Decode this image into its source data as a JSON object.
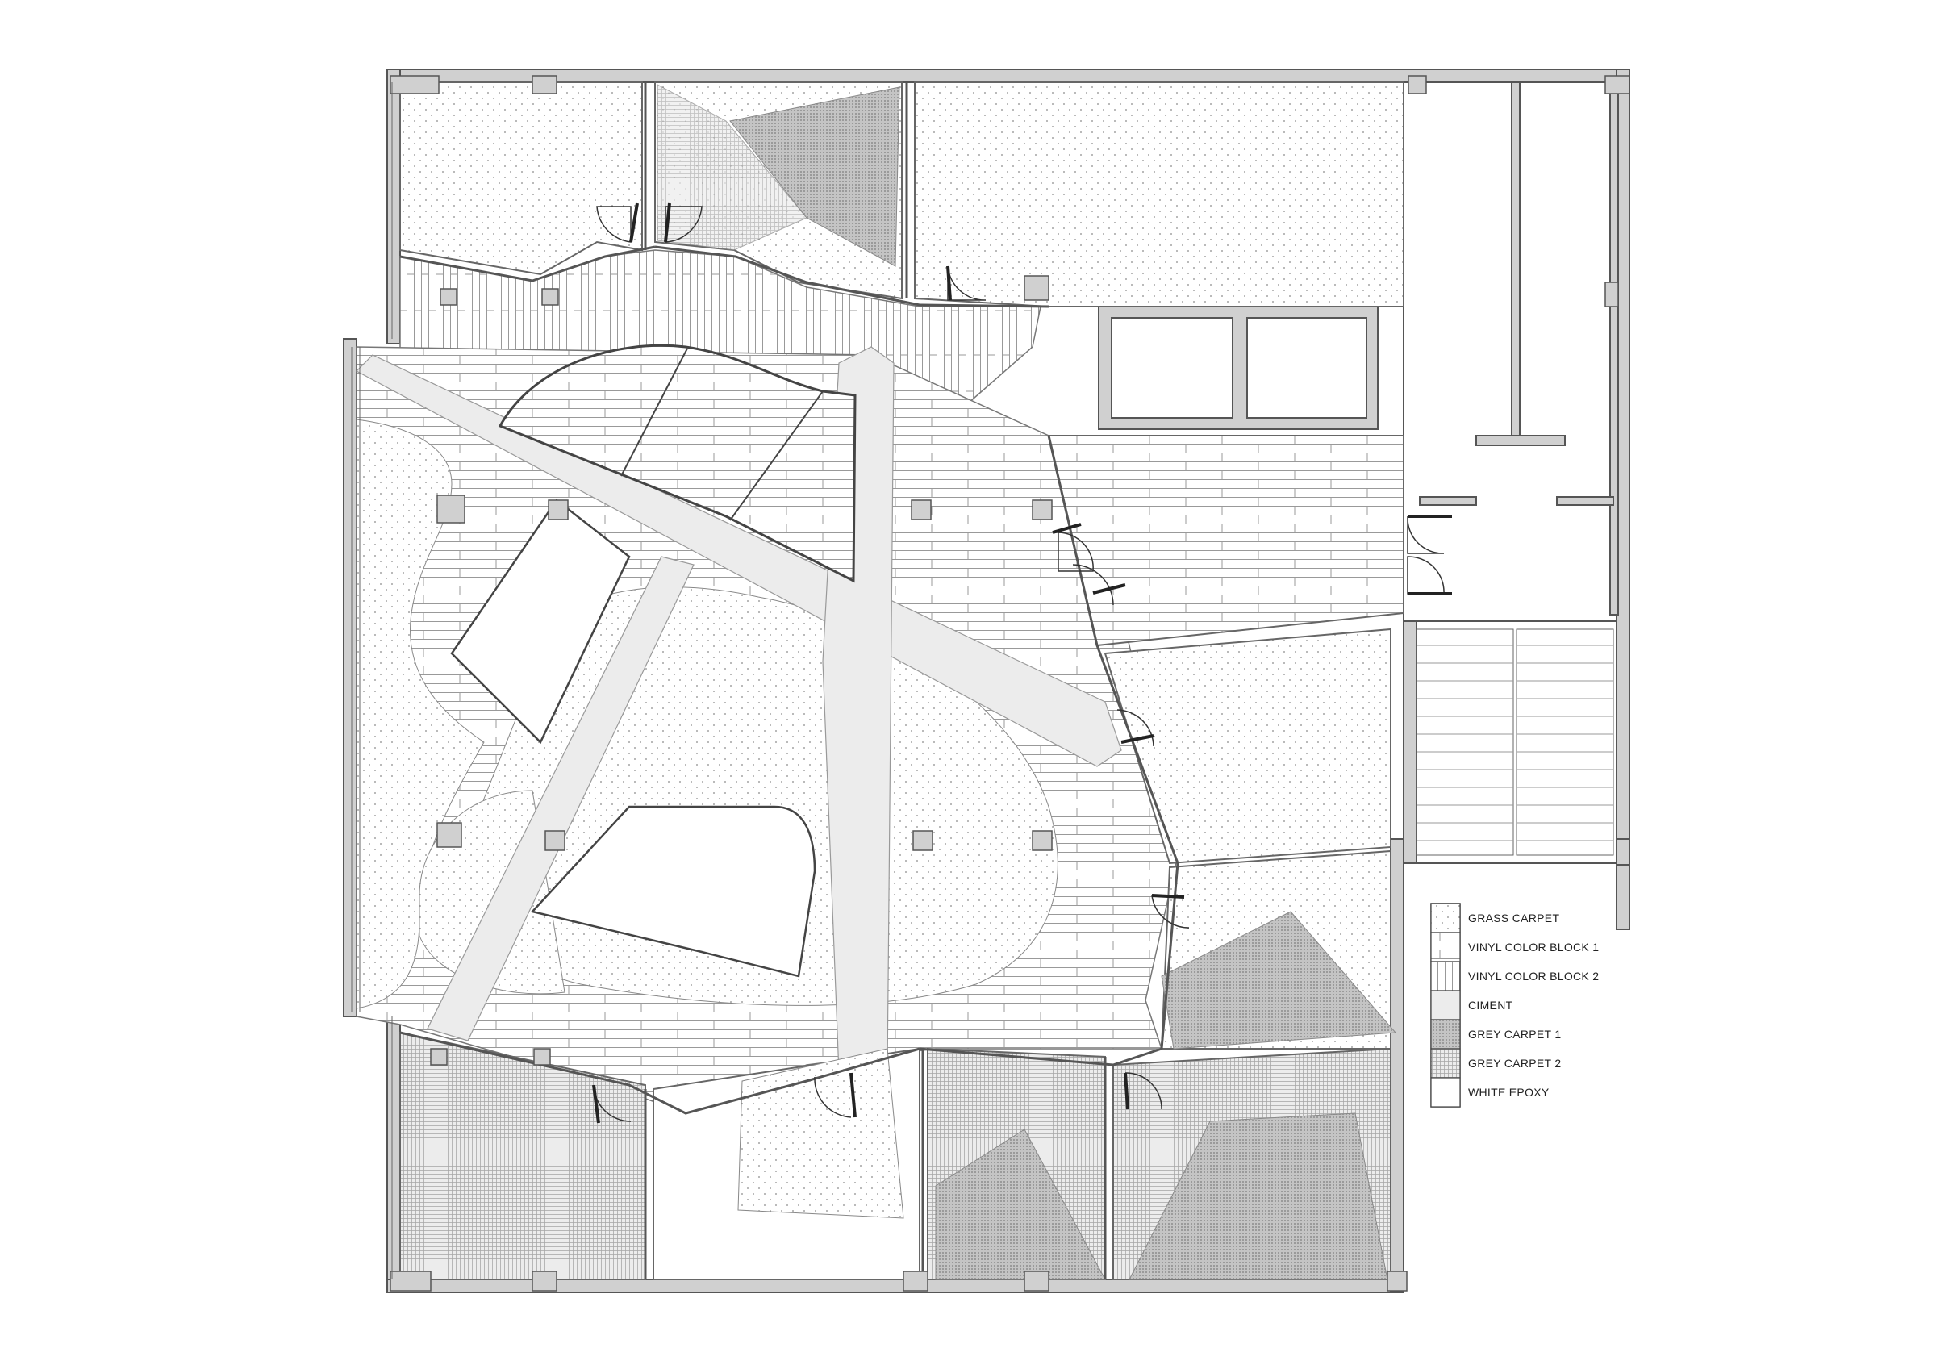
{
  "legend": {
    "items": [
      {
        "label": "GRASS CARPET",
        "pattern": "grass"
      },
      {
        "label": "VINYL COLOR BLOCK 1",
        "pattern": "vinyl1"
      },
      {
        "label": "VINYL COLOR BLOCK 2",
        "pattern": "vinyl2"
      },
      {
        "label": "CIMENT",
        "pattern": "ciment"
      },
      {
        "label": "GREY CARPET 1",
        "pattern": "grey1"
      },
      {
        "label": "GREY CARPET 2",
        "pattern": "grey2"
      },
      {
        "label": "WHITE EPOXY",
        "pattern": "epoxy"
      }
    ]
  },
  "colors": {
    "wall": "#c8c8c8",
    "wall_stroke": "#555555",
    "ciment": "#ededed",
    "grey_carpet": "#bdbdbd",
    "grey_carpet_2": "#d4d4d4",
    "line": "#888888"
  }
}
